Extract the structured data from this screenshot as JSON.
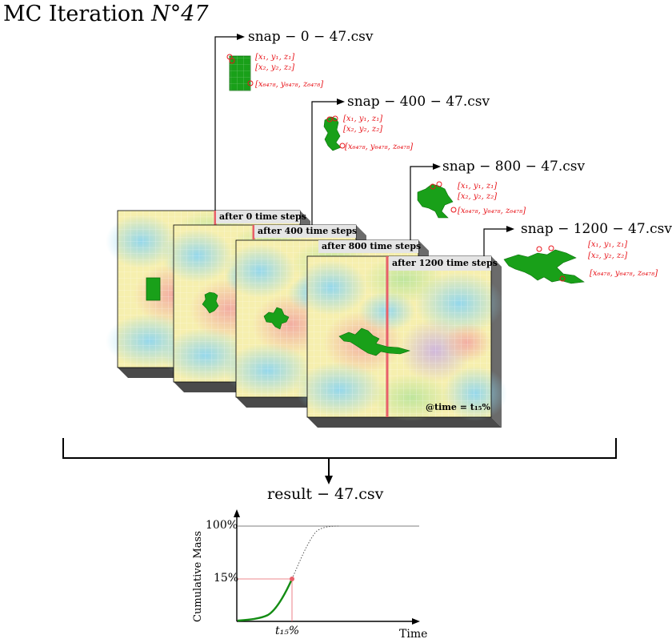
{
  "title": {
    "prefix": "MC Iteration ",
    "number": "N°47"
  },
  "colors": {
    "plume": "#19a019",
    "plume_edge": "#0a6e0a",
    "highlight_line": "#e8606a",
    "coord_text": "#e8141a",
    "curve": "#148c14",
    "marker": "#e8606a"
  },
  "frames": [
    {
      "label": "after 0 time steps",
      "snap": "snap − 0 − 47.csv"
    },
    {
      "label": "after 400 time steps",
      "snap": "snap − 400 − 47.csv"
    },
    {
      "label": "after 800 time steps",
      "snap": "snap − 800 − 47.csv"
    },
    {
      "label": "after 1200 time steps",
      "snap": "snap − 1200 − 47.csv"
    }
  ],
  "coords": {
    "line1": "[x₁, y₁, z₁]",
    "line2": "[x₂, y₂, z₂]",
    "last": "[x₆₄₇₈, y₆₄₇₈, z₆₄₇₈]"
  },
  "time_marker": "@time = t₁₅%",
  "result": "result − 47.csv",
  "chart_data": {
    "type": "line",
    "xlabel": "Time",
    "ylabel": "Cumulative Mass",
    "ytick_labels": [
      "100%",
      "15%"
    ],
    "xtick_labels": [
      "t₁₅%"
    ],
    "series": [
      {
        "values_solid": "observed 0–15%",
        "values_dotted": "15–100%"
      }
    ]
  }
}
